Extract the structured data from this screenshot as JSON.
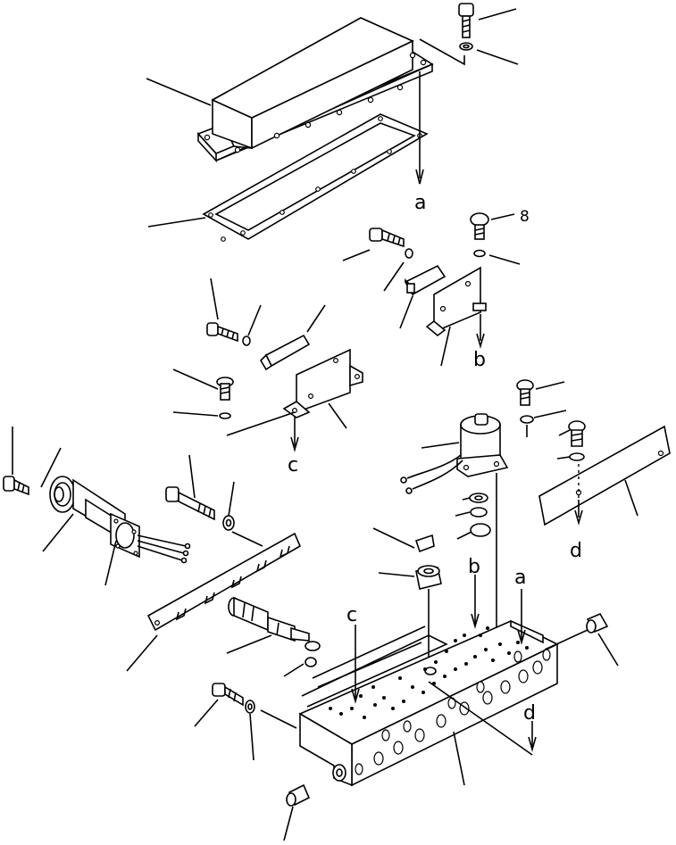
{
  "labels": {
    "a_top": "a",
    "b_top": "b",
    "c_top": "c",
    "d_top": "d",
    "a_base": "a",
    "b_base": "b",
    "c_base": "c",
    "d_base": "d",
    "num8": "8"
  }
}
